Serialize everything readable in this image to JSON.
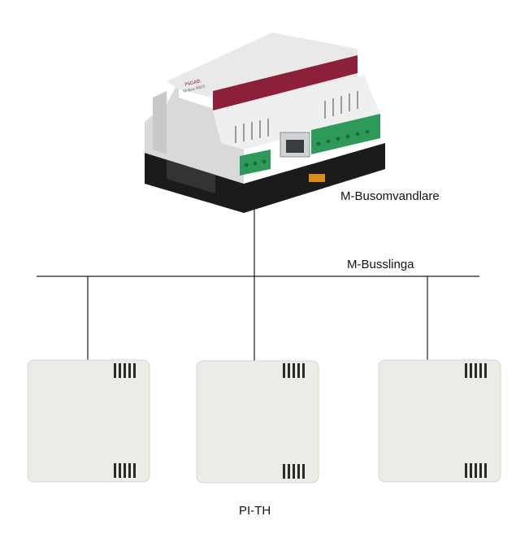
{
  "labels": {
    "converter": "M-Busomvandlare",
    "bus": "M-Busslinga",
    "sensors": "PI-TH"
  },
  "device": {
    "brand_text": "PiiGAB",
    "model_text": "M-Bus 900S"
  },
  "colors": {
    "line": "#1a1a1a",
    "device_red": "#8c1f3a",
    "device_body": "#e6e6e6",
    "device_base": "#1b1b1b",
    "terminal_green": "#2e9a5a",
    "sensor_body": "#ecebe6",
    "sensor_vent": "#2a2a2a"
  }
}
